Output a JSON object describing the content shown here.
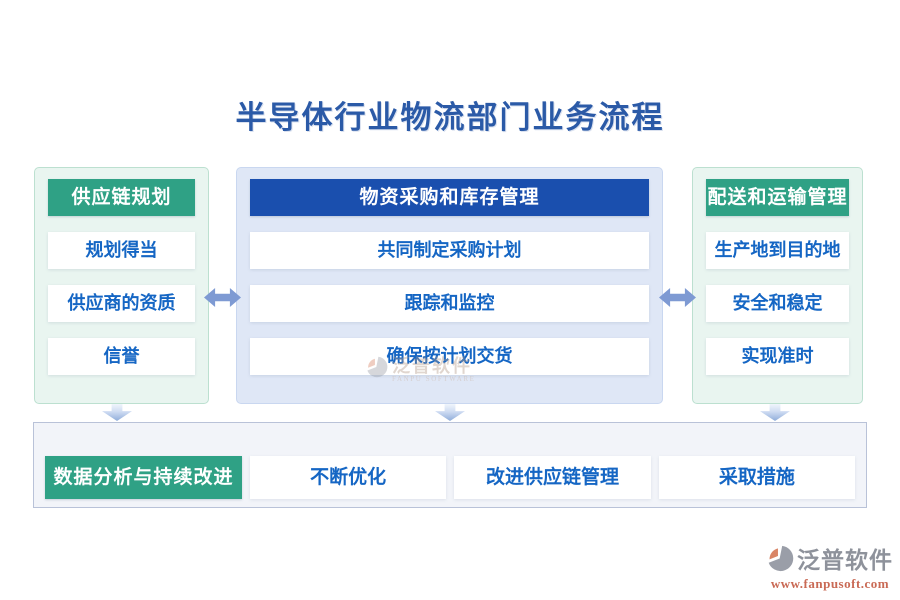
{
  "title": "半导体行业物流部门业务流程",
  "columns": [
    {
      "header": "供应链规划",
      "items": [
        "规划得当",
        "供应商的资质",
        "信誉"
      ]
    },
    {
      "header": "物资采购和库存管理",
      "items": [
        "共同制定采购计划",
        "跟踪和监控",
        "确保按计划交货"
      ]
    },
    {
      "header": "配送和运输管理",
      "items": [
        "生产地到目的地",
        "安全和稳定",
        "实现准时"
      ]
    }
  ],
  "bottom_row": {
    "header": "数据分析与持续改进",
    "items": [
      "不断优化",
      "改进供应链管理",
      "采取措施"
    ]
  },
  "watermark_center": {
    "brand": "泛普软件",
    "subtitle": "FANPU SOFTWARE"
  },
  "watermark_footer": {
    "brand": "泛普软件",
    "url": "www.fanpusoft.com"
  },
  "colors": {
    "title_blue": "#2b5aa7",
    "header_green": "#2fa185",
    "header_blue": "#1a4fae",
    "item_text_blue": "#1566c4",
    "arrow_blue": "#7e9ad3",
    "watermark_url_red": "#c96a55"
  }
}
